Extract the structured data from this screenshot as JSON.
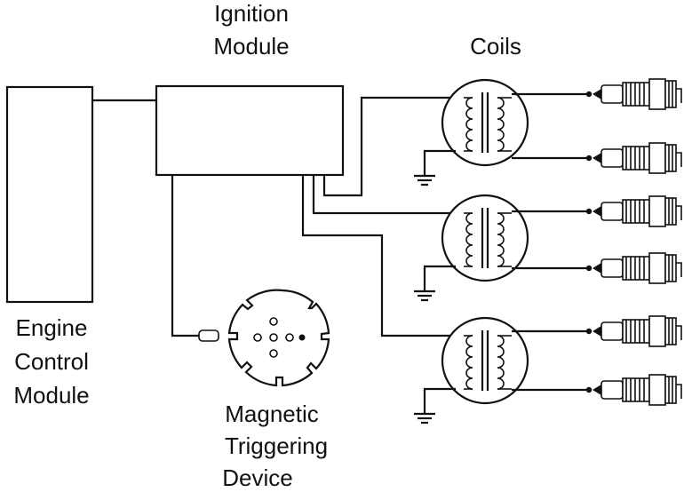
{
  "labels": {
    "ignition_module": [
      "Ignition",
      "Module"
    ],
    "coils": "Coils",
    "engine_control_module": [
      "Engine",
      "Control",
      "Module"
    ],
    "magnetic_triggering_device": [
      "Magnetic",
      "Triggering",
      "Device"
    ]
  },
  "coils": [
    {
      "name": "coil-1"
    },
    {
      "name": "coil-2"
    },
    {
      "name": "coil-3"
    }
  ],
  "spark_plug_count": 6
}
